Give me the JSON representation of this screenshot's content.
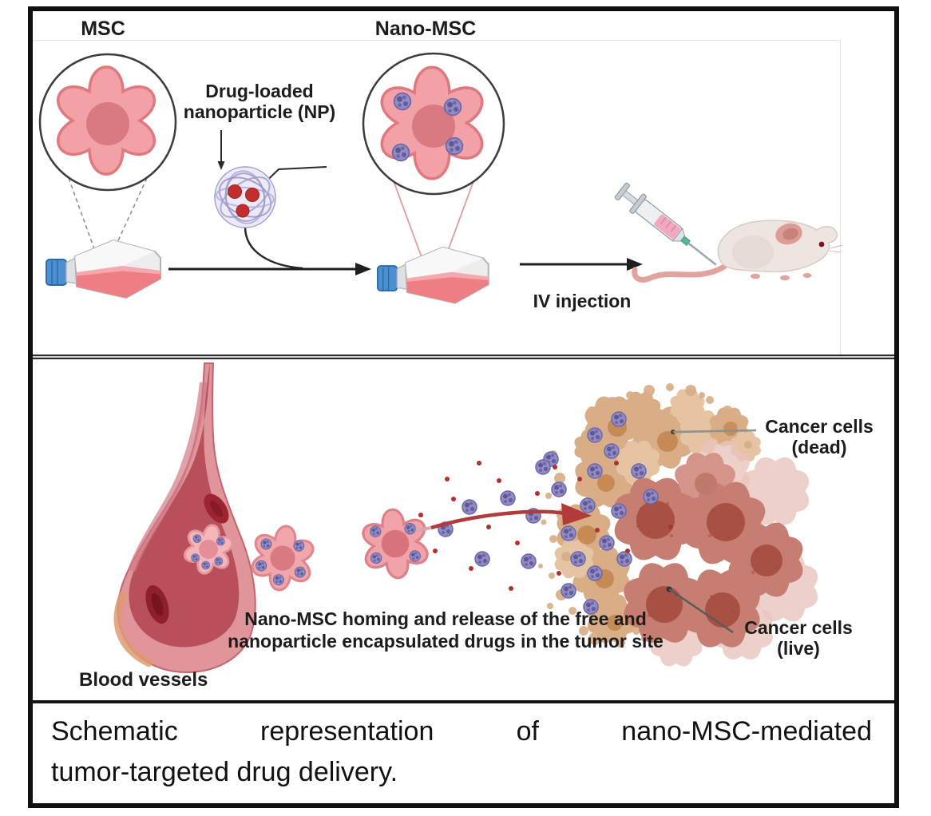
{
  "figure": {
    "top_panel": {
      "msc_label": "MSC",
      "nano_msc_label": "Nano-MSC",
      "np_label_line1": "Drug-loaded",
      "np_label_line2": "nanoparticle (NP)",
      "iv_injection_label": "IV injection"
    },
    "bottom_panel": {
      "homing_line1": "Nano-MSC homing and release of the free and",
      "homing_line2": "nanoparticle encapsulated drugs in the tumor site",
      "cancer_dead_label": "Cancer cells",
      "cancer_dead_state": "(dead)",
      "cancer_live_label": "Cancer cells",
      "cancer_live_state": "(live)",
      "blood_vessels_label": "Blood vessels"
    },
    "caption": {
      "line1": "Schematic representation of nano-MSC-mediated",
      "line2": "tumor-targeted drug delivery."
    },
    "colors": {
      "msc_cell_body": "#f2a1a6",
      "msc_cell_border": "#e0787f",
      "msc_nucleus": "#d97981",
      "nanoparticle_purple": "#918cc4",
      "drug_red": "#c22d2d",
      "vessel_wall": "#e0959b",
      "vessel_lumen": "#b84f5a",
      "dead_cell_tan": "#d9ae87",
      "live_cell_rose": "#c67e72",
      "live_cell_nucleus": "#a85044",
      "flask_media_pink": "#ee7d84",
      "flask_cap_blue": "#4a90d2",
      "arrow_black": "#1f1f1f",
      "homing_arrow_red": "#b23a3a",
      "text_color": "#1c1c1c"
    }
  }
}
